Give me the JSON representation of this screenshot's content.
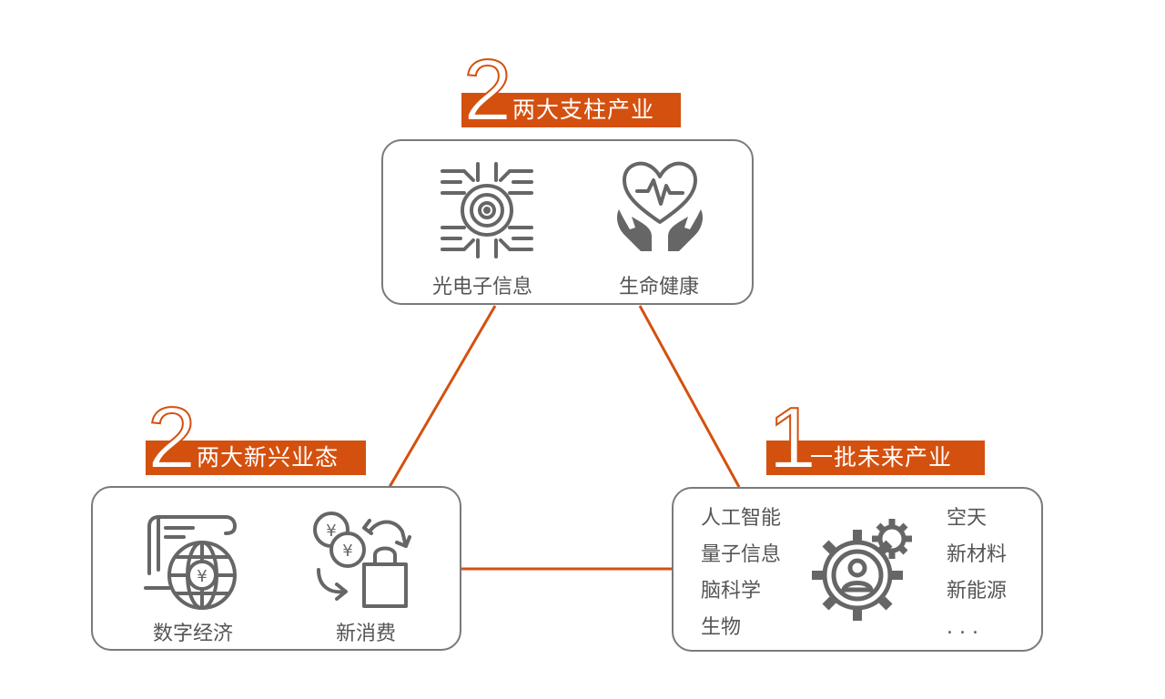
{
  "top": {
    "number": "2",
    "title": "两大支柱产业",
    "items": [
      "光电子信息",
      "生命健康"
    ]
  },
  "left": {
    "number": "2",
    "title": "两大新兴业态",
    "items": [
      "数字经济",
      "新消费"
    ]
  },
  "right": {
    "number": "1",
    "title": "一批未来产业",
    "col1": [
      "人工智能",
      "量子信息",
      "脑科学",
      "生物"
    ],
    "col2": [
      "空天",
      "新材料",
      "新能源",
      ". . ."
    ]
  },
  "colors": {
    "accent": "#d4500f",
    "border": "#7a7a7a",
    "icon": "#666666",
    "text": "#555555"
  },
  "icons": {
    "optoelectronics": "circuit-chip-icon",
    "health": "heart-hands-icon",
    "digital_economy": "document-globe-yuan-icon",
    "new_consumption": "coins-shopping-bag-icon",
    "future_industry": "gear-person-icon"
  }
}
